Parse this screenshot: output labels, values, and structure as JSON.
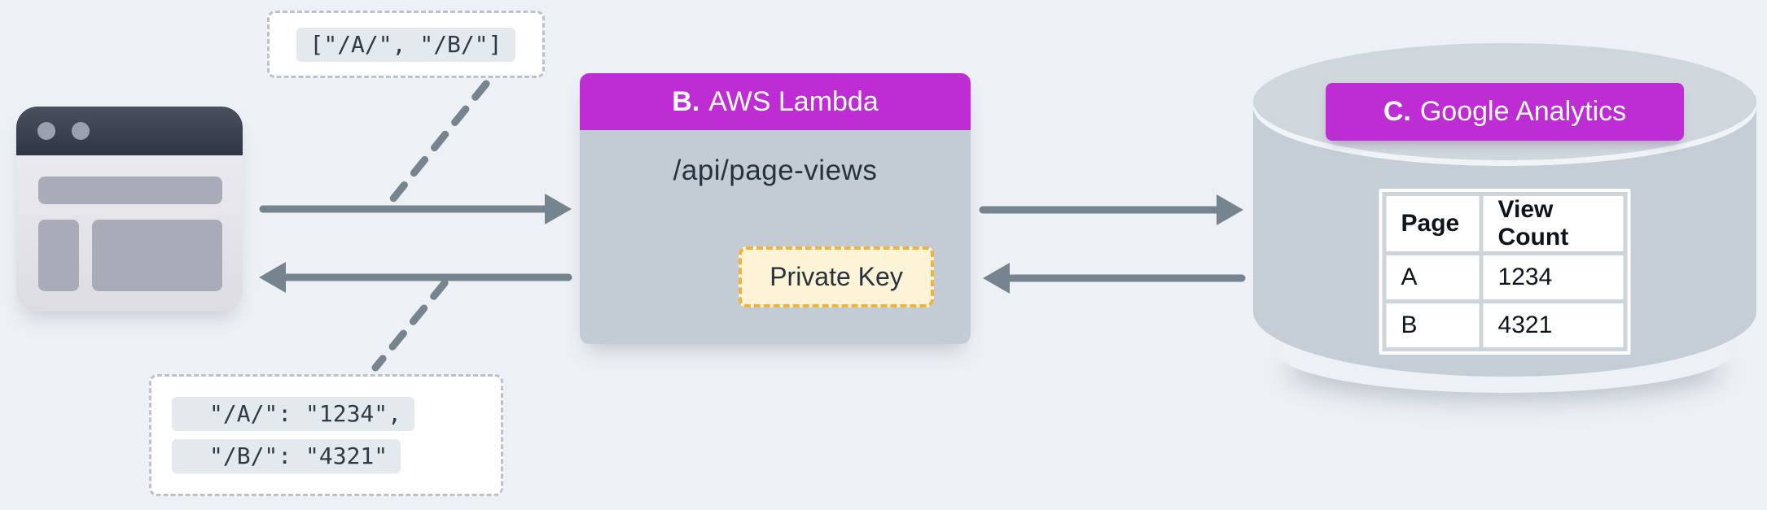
{
  "colors": {
    "background": "#edf1f5",
    "accent_magenta": "#be2dd4",
    "node_gray": "#c3ccd4",
    "cylinder_gray": "#c5ced6",
    "arrow_gray": "#76848f",
    "private_key_bg": "#fdf3d7",
    "private_key_border": "#f0b43a",
    "code_chip_bg": "#e4e9ed"
  },
  "icons": {
    "browser": "browser-window-icon"
  },
  "request_annotation": {
    "code": "[\"/A/\", \"/B/\"]"
  },
  "lambda": {
    "label_prefix": "B.",
    "label": "AWS Lambda",
    "endpoint": "/api/page-views",
    "private_key_label": "Private Key"
  },
  "analytics": {
    "label_prefix": "C.",
    "label": "Google Analytics",
    "table": {
      "headers": [
        "Page",
        "View Count"
      ],
      "rows": [
        {
          "page": "A",
          "views": "1234"
        },
        {
          "page": "B",
          "views": "4321"
        }
      ]
    }
  },
  "response_annotation": {
    "lines": [
      "\"/A/\": \"1234\",",
      "\"/B/\": \"4321\""
    ]
  }
}
